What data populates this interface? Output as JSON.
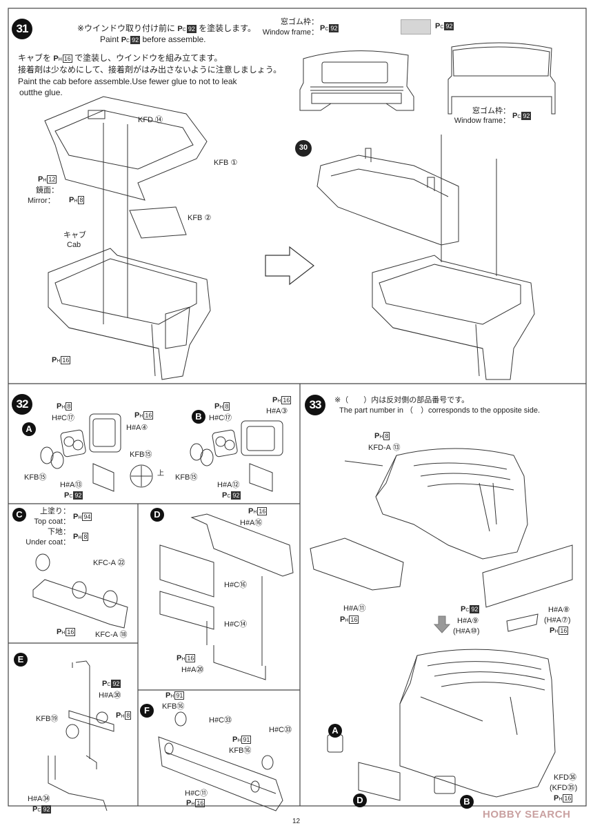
{
  "paints": {
    "C92": {
      "p": "C",
      "n": "92"
    },
    "H16": {
      "p": "H",
      "n": "16"
    },
    "H8": {
      "p": "H",
      "n": "8"
    },
    "H12": {
      "p": "H",
      "n": "12"
    },
    "H94": {
      "p": "H",
      "n": "94"
    },
    "H91": {
      "p": "H",
      "n": "91"
    }
  },
  "step31": {
    "number": "31",
    "note_jp_before": "※ウインドウ取り付け前に",
    "note_jp_after": "を塗装します。",
    "note_en_before": "Paint",
    "note_en_after": "before assemble.",
    "instr_jp1_before": "キャブを",
    "instr_jp1_after": "で塗装し、ウインドウを組み立てます。",
    "instr_jp2": "接着剤は少なめにして、接着剤がはみ出さないように注意しましょう。",
    "instr_en1": "Paint the cab before assemble.Use fewer glue to not to leak",
    "instr_en2": "outthe glue.",
    "window_frame_jp": "窓ゴム枠：",
    "window_frame_en": "Window frame：",
    "kfd14": "KFD ⑭",
    "kfb1": "KFB ①",
    "kfb2": "KFB ②",
    "mirror_jp": "鏡面：",
    "mirror_en": "Mirror：",
    "cab_jp": "キャブ",
    "cab_en": "Cab",
    "subassembly": "30"
  },
  "step32": {
    "number": "32",
    "a": "A",
    "b": "B",
    "hc75": "H#C⑰",
    "ha4": "H#A④",
    "ha3": "H#A③",
    "kfb15": "KFB⑮",
    "ha13": "H#A⑬",
    "ha12": "H#A⑫",
    "up_jp": "上"
  },
  "step33": {
    "number": "33",
    "note_jp": "※（　　）内は反対側の部品番号です。",
    "note_en": "The part number in （　）corresponds to the opposite side.",
    "kfda13": "KFD-A ⑬",
    "ha11": "H#A⑪",
    "ha9": "H#A⑨",
    "ha10": "(H#A⑩)",
    "ha8": "H#A⑧",
    "ha7": "(H#A⑦)",
    "kfd36": "KFD㊱",
    "kfd35": "(KFD㉟)",
    "a": "A",
    "b": "B",
    "d": "D"
  },
  "partC": {
    "letter": "C",
    "top_coat_jp": "上塗り：",
    "top_coat_en": "Top coat：",
    "under_coat_jp": "下地：",
    "under_coat_en": "Under coat：",
    "kfca22": "KFC-A ㉒",
    "kfca18": "KFC-A ⑱"
  },
  "partD": {
    "letter": "D",
    "ha16": "H#A⑯",
    "hc76": "H#C⑯",
    "hc74": "H#C⑭",
    "ha20": "H#A⑳"
  },
  "partE": {
    "letter": "E",
    "ha30": "H#A㉚",
    "kfb19": "KFB⑲",
    "ha34": "H#A㉞"
  },
  "partF": {
    "letter": "F",
    "kfb16": "KFB⑯",
    "hc73": "H#C㉝",
    "hc71": "H#C⑪"
  },
  "footer": {
    "page_number": "12",
    "watermark": "HOBBY SEARCH"
  }
}
